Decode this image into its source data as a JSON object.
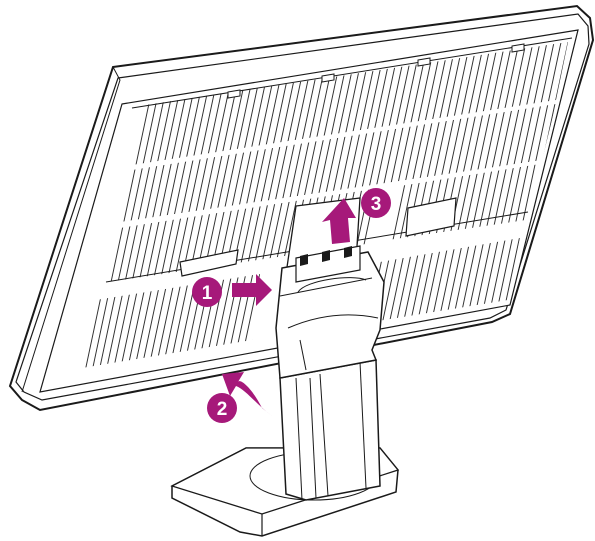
{
  "figure": {
    "subject": "monitor-stand-removal",
    "colors": {
      "line": "#1a1a1a",
      "panel": "#ffffff",
      "accent": "#a6197a"
    },
    "steps": [
      {
        "number": "1",
        "arrow": "push-right"
      },
      {
        "number": "2",
        "arrow": "curve-up"
      },
      {
        "number": "3",
        "arrow": "lift-up"
      }
    ]
  }
}
